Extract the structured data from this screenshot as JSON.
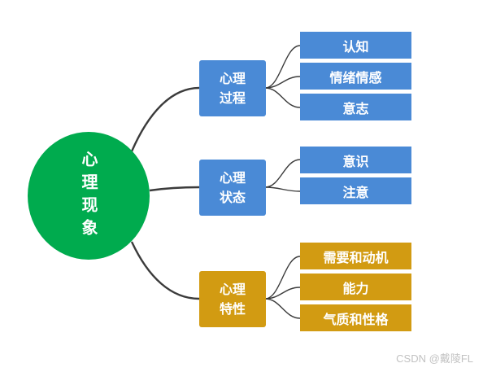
{
  "root": {
    "label": "心理现象",
    "color": "#00ab4e"
  },
  "branches": [
    {
      "label": "心理\n过程",
      "color": "#4a8ad6",
      "children": [
        "认知",
        "情绪情感",
        "意志"
      ]
    },
    {
      "label": "心理\n状态",
      "color": "#4a8ad6",
      "children": [
        "意识",
        "注意"
      ]
    },
    {
      "label": "心理\n特性",
      "color": "#d29b12",
      "children": [
        "需要和动机",
        "能力",
        "气质和性格"
      ]
    }
  ],
  "watermark": "CSDN @戴陵FL"
}
